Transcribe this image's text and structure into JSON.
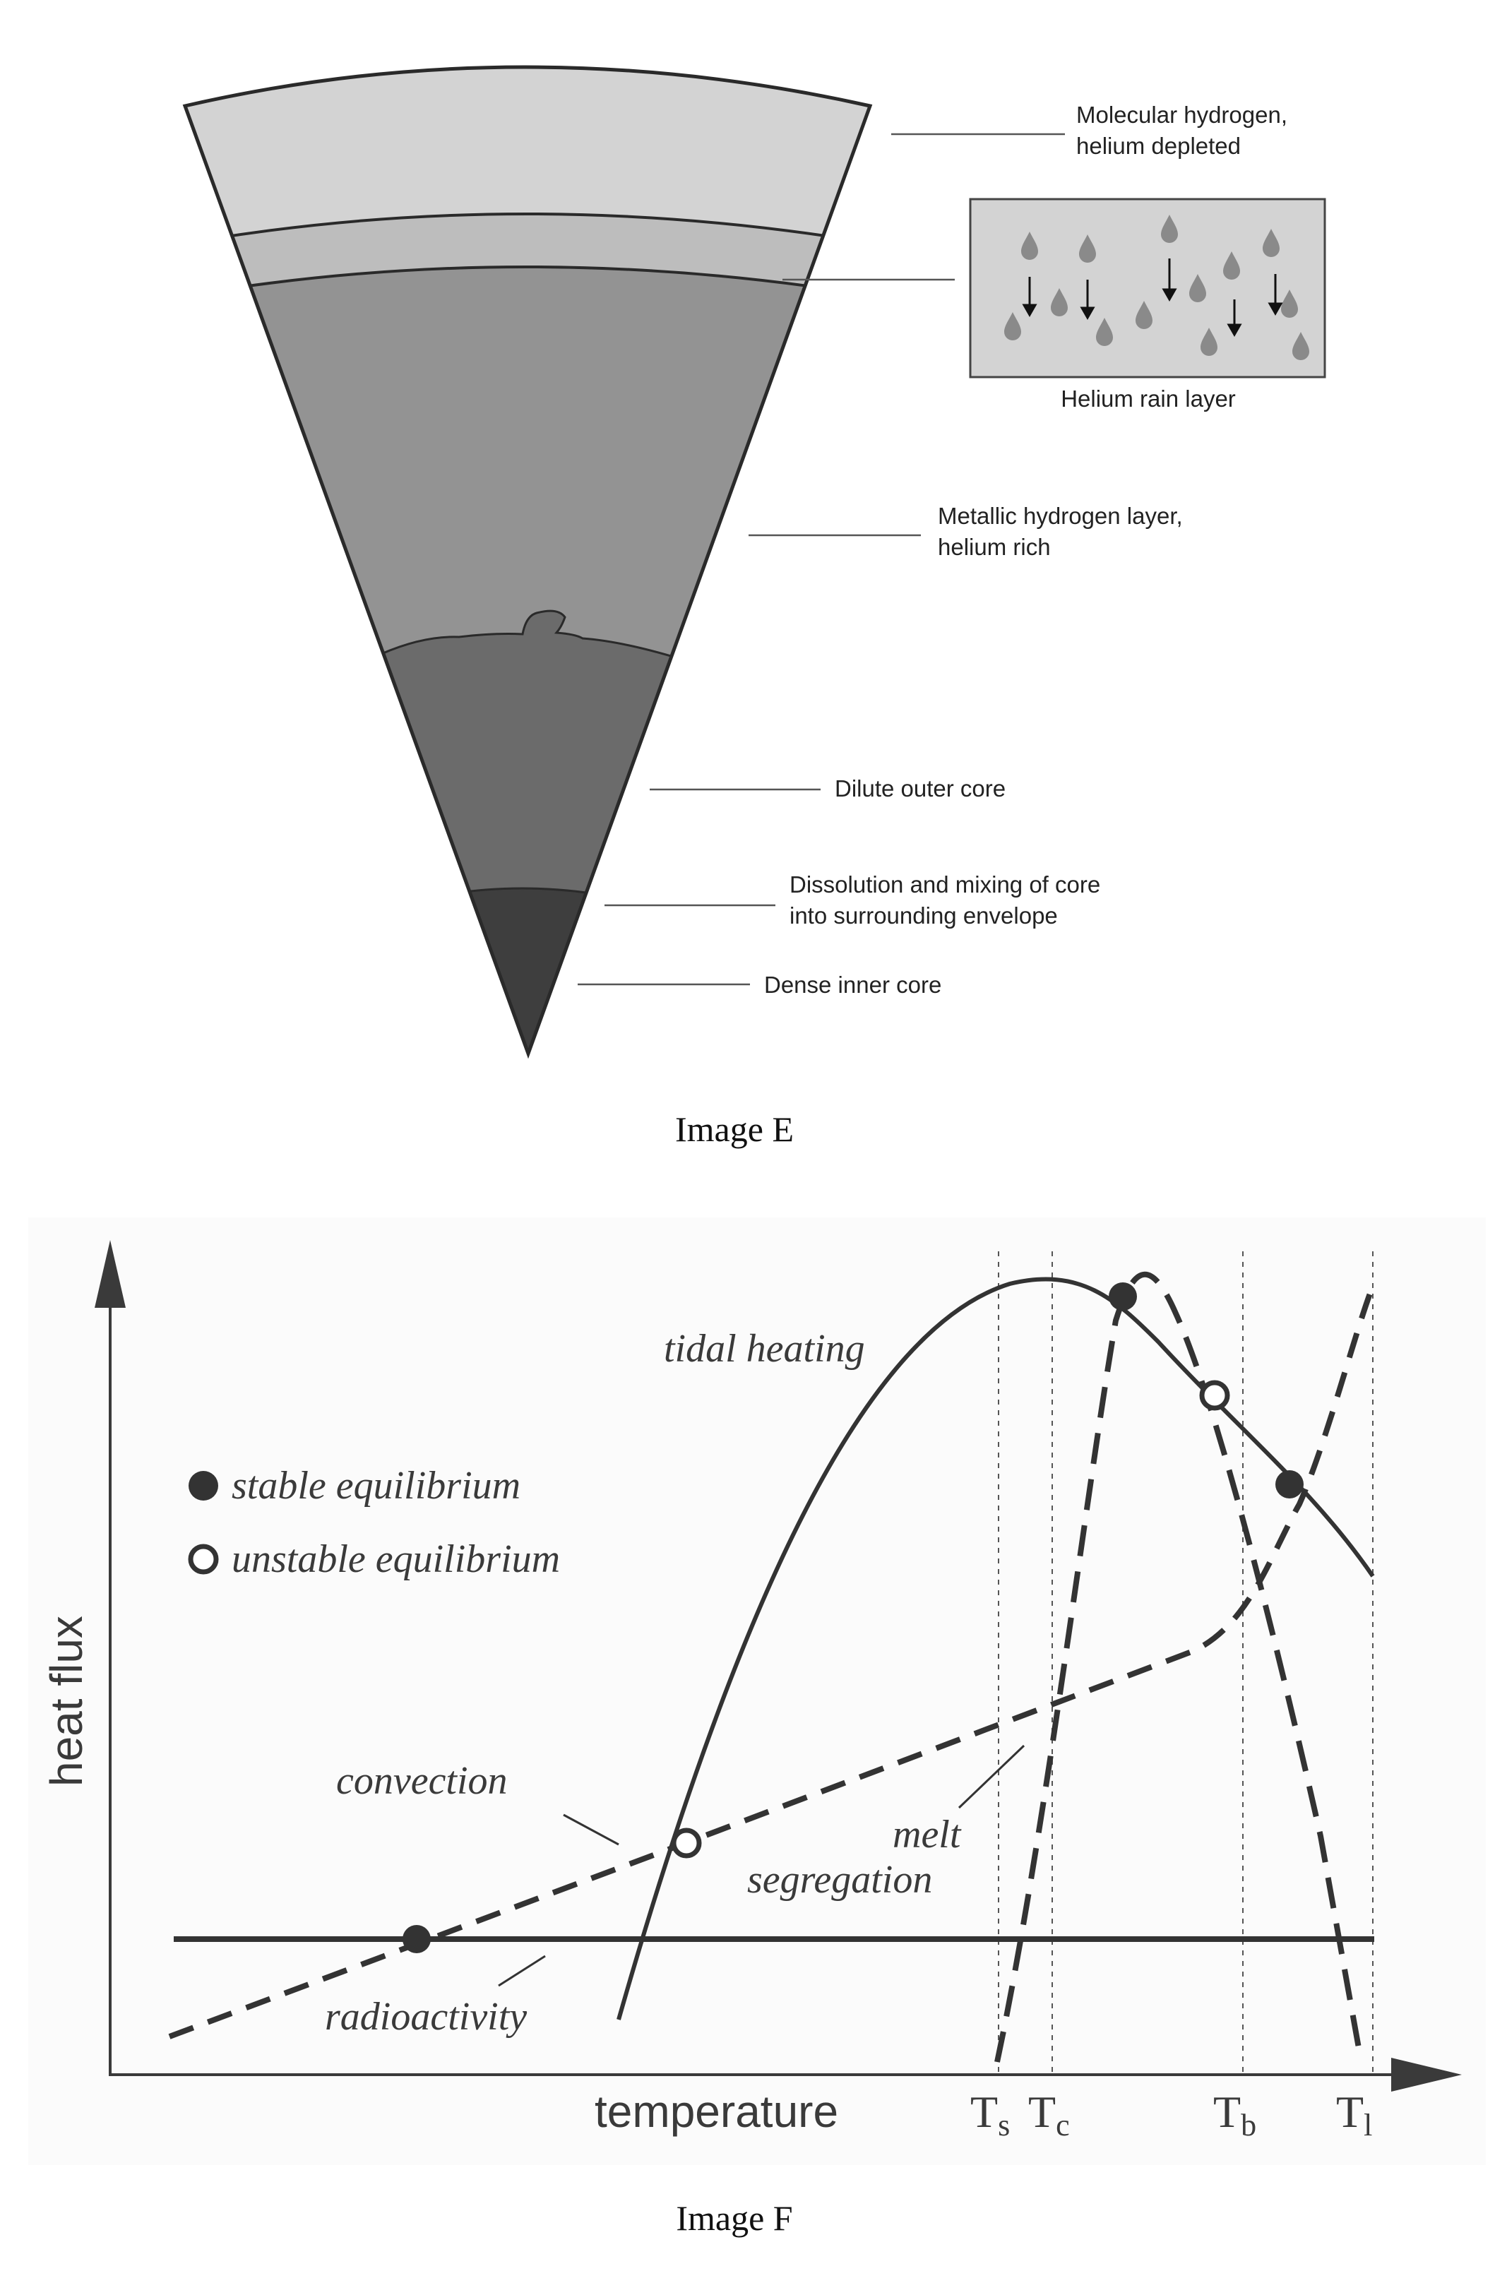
{
  "image_e": {
    "caption": "Image E",
    "labels": {
      "molecular_line1": "Molecular hydrogen,",
      "molecular_line2": "helium depleted",
      "helium_rain": "Helium rain layer",
      "metallic_line1": "Metallic hydrogen layer,",
      "metallic_line2": "helium rich",
      "dilute_core": "Dilute outer core",
      "dissolution_line1": "Dissolution and mixing of core",
      "dissolution_line2": "into surrounding envelope",
      "dense_core": "Dense inner core"
    },
    "colors": {
      "molecular": "#d3d3d3",
      "rain": "#bdbdbd",
      "metallic": "#939393",
      "dilute": "#6b6b6b",
      "inner": "#3e3e3e"
    }
  },
  "image_f": {
    "caption": "Image F",
    "y_axis_label": "heat flux",
    "x_axis_label": "temperature",
    "legend": {
      "stable": "stable equilibrium",
      "unstable": "unstable equilibrium"
    },
    "curve_labels": {
      "tidal": "tidal heating",
      "convection": "convection",
      "melt_line1": "melt",
      "melt_line2": "segregation",
      "radioactivity": "radioactivity"
    },
    "ticks": {
      "ts": "T",
      "ts_sub": "s",
      "tc": "T",
      "tc_sub": "c",
      "tb": "T",
      "tb_sub": "b",
      "tl": "T",
      "tl_sub": "l"
    }
  }
}
